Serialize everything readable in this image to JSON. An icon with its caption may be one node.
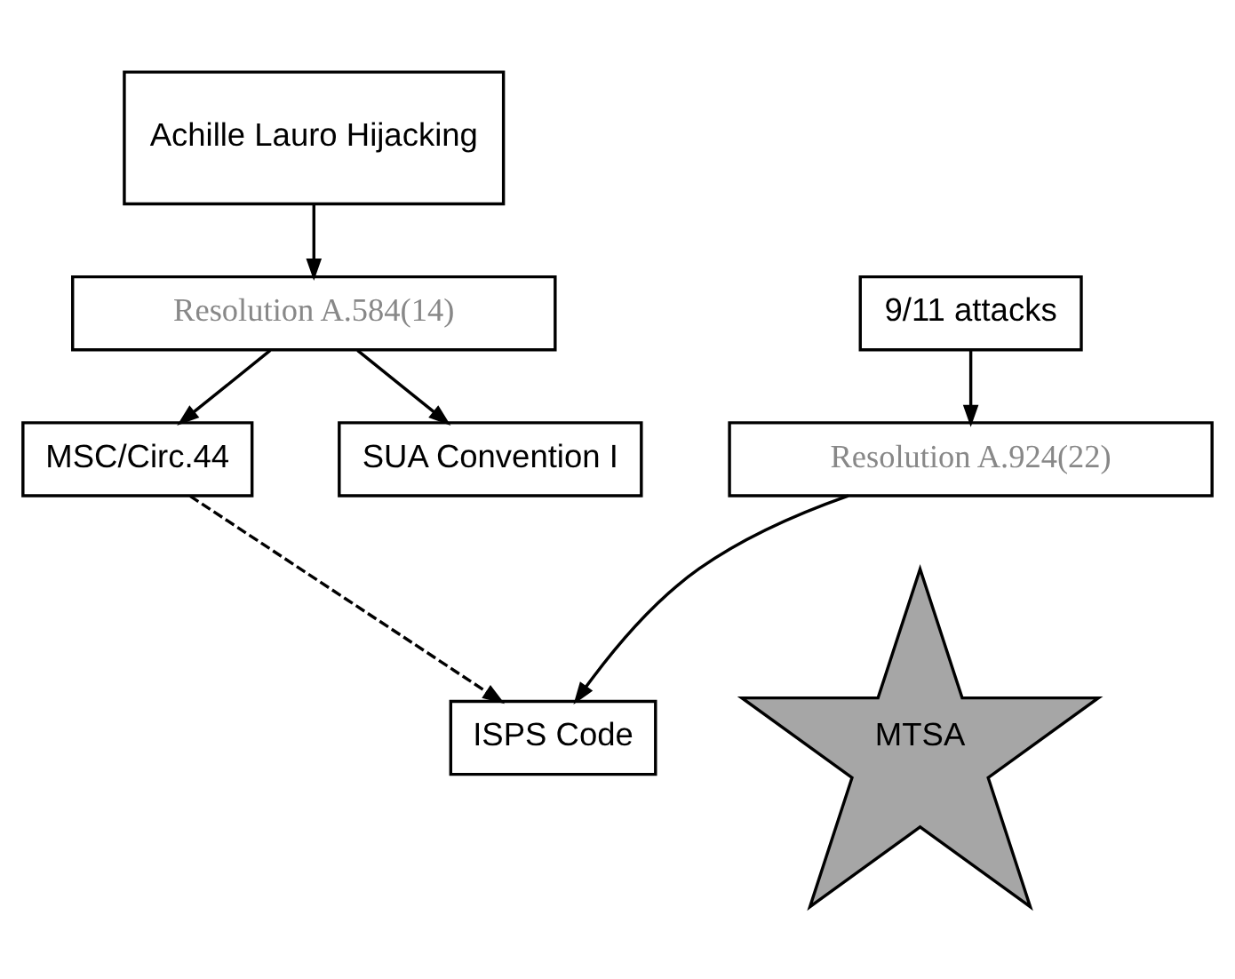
{
  "diagram": {
    "nodes": [
      {
        "text": [
          "Achille Lauro Hijacking"
        ]
      },
      {
        "text": [
          "Resolution A.584(14)"
        ]
      },
      {
        "text": [
          "MSC/Circ.44"
        ]
      },
      {
        "text": [
          "SUA Convention I"
        ]
      },
      {
        "text": [
          "9/11 attacks"
        ]
      },
      {
        "text": [
          "Resolution A.924(22)"
        ]
      },
      {
        "text": [
          "MTSA"
        ]
      },
      {
        "text": [
          "ISPS Code"
        ]
      }
    ],
    "edges": [
      {
        "from": 0,
        "to": 1,
        "arrow": "to"
      },
      {
        "from": 1,
        "to": 2,
        "arrow": "to"
      },
      {
        "from": 1,
        "to": 3,
        "arrow": "to"
      },
      {
        "from": 2,
        "to": 7,
        "arrow": "to",
        "style": "dashed"
      },
      {
        "from": 4,
        "to": 5,
        "arrow": "to"
      },
      {
        "from": 5,
        "to": 7,
        "arrow": "to"
      }
    ]
  }
}
